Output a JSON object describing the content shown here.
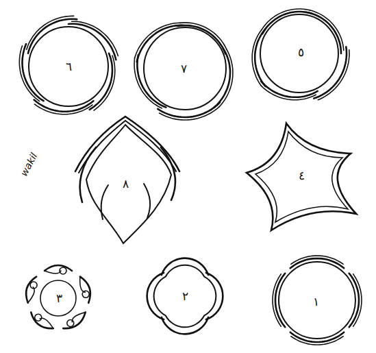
{
  "diagram": {
    "labels": [
      "٦",
      "٧",
      "٥",
      "٨",
      "٤",
      "٣",
      "٢",
      "١",
      "wakil"
    ]
  }
}
